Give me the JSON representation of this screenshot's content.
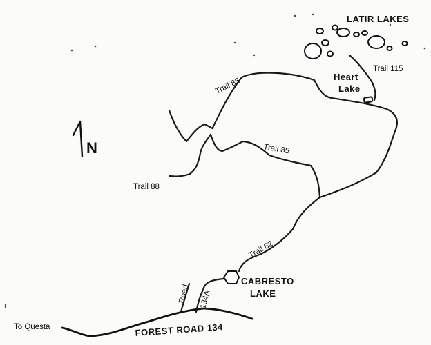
{
  "map": {
    "labels": {
      "latir_lakes": "LATIR LAKES",
      "heart_lake_line1": "Heart",
      "heart_lake_line2": "Lake",
      "trail_115": "Trail 115",
      "trail_85_upper": "Trail 85",
      "trail_85_lower": "Trail 85",
      "trail_88": "Trail 88",
      "trail_82": "Trail 82",
      "cabresto_line1": "CABRESTO",
      "cabresto_line2": "LAKE",
      "road_134a_line1": "Road",
      "road_134a_line2": "134A",
      "forest_road": "FOREST ROAD 134",
      "to_questa": "To Questa"
    },
    "north_arrow": {
      "letter": "N",
      "icon": "north-arrow-icon"
    }
  }
}
